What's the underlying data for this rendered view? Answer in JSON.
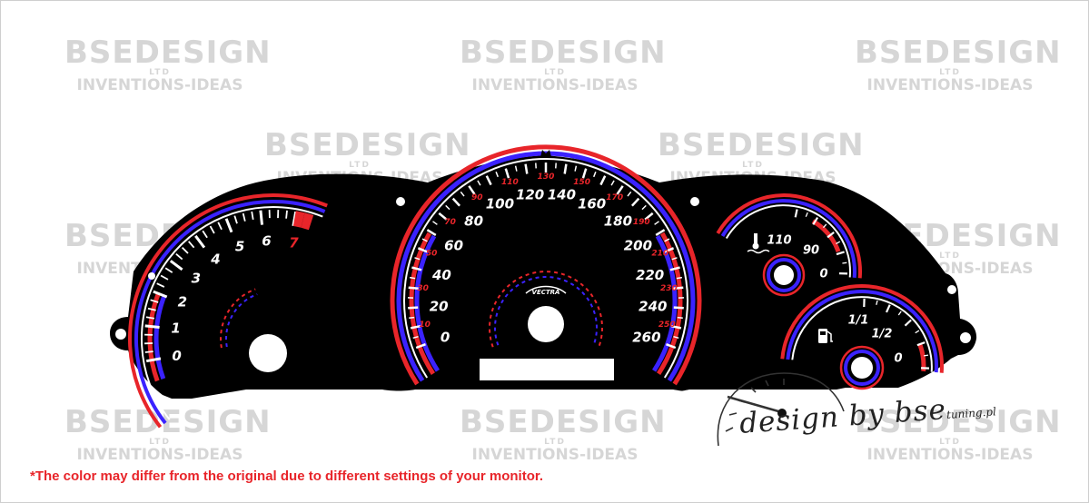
{
  "watermark": {
    "line1": "BSEDESIGN",
    "line2": "LTD",
    "line3": "INVENTIONS-IDEAS"
  },
  "watermark_color": "#d6d6d6",
  "colors": {
    "panel": "#000000",
    "accent_red": "#e8252a",
    "accent_blue": "#3b22ff",
    "tick_white": "#ffffff",
    "footnote": "#e8252a"
  },
  "gauges": {
    "tachometer": {
      "labels": [
        "0",
        "1",
        "2",
        "3",
        "4",
        "5",
        "6",
        "7"
      ],
      "redline_label": "7"
    },
    "speedometer": {
      "major_labels": [
        "0",
        "20",
        "40",
        "60",
        "80",
        "100",
        "120",
        "140",
        "160",
        "180",
        "200",
        "220",
        "240",
        "260"
      ],
      "minor_labels": [
        "10",
        "30",
        "50",
        "70",
        "90",
        "110",
        "130",
        "150",
        "170",
        "190",
        "210",
        "230",
        "250"
      ],
      "badge": "VECTRA"
    },
    "temperature": {
      "labels": [
        "110",
        "90",
        "0"
      ],
      "icon": "coolant-temperature-icon"
    },
    "fuel": {
      "labels": [
        "1/1",
        "1/2",
        "0"
      ],
      "icon": "fuel-pump-icon"
    }
  },
  "signature": {
    "main": "design by bse",
    "sub": "tuning.pl"
  },
  "footnote": "*The color may differ from the original due to different settings of your monitor."
}
